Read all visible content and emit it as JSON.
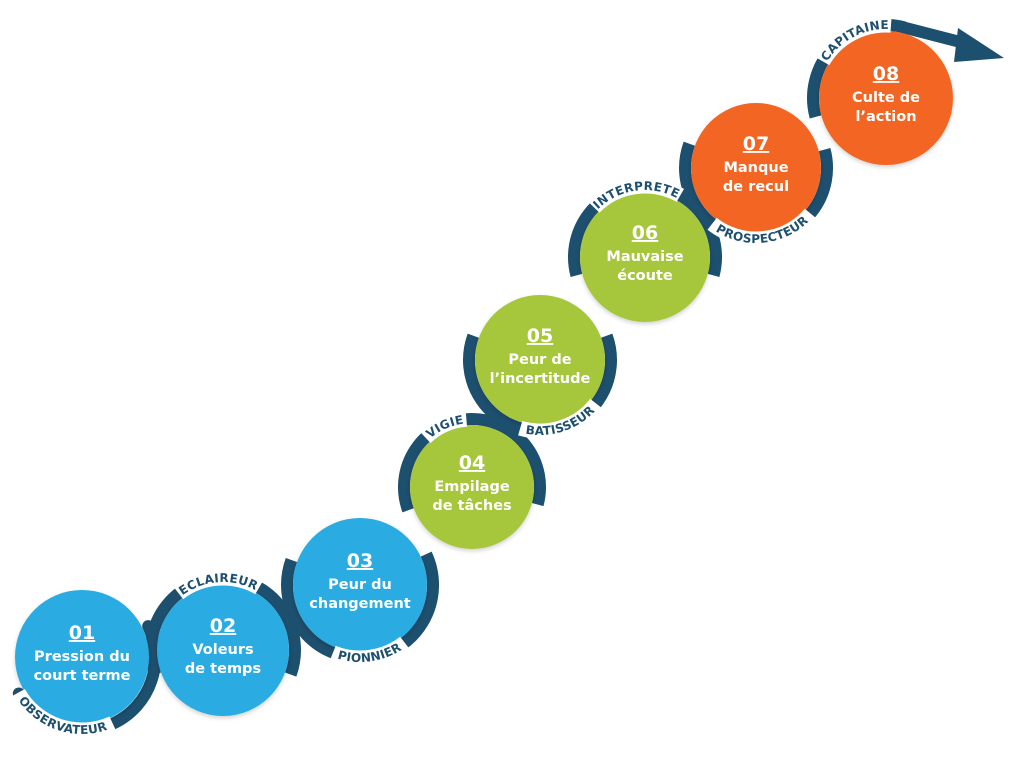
{
  "colors": {
    "ribbon": "#1d4f6e",
    "blue": "#29abe2",
    "green": "#a6c63a",
    "orange": "#f26522",
    "label_text": "#1d4f6e"
  },
  "steps": [
    {
      "number": "01",
      "lines": [
        "Pression du",
        "court terme"
      ],
      "role": "OBSERVATEUR",
      "color": "#29abe2"
    },
    {
      "number": "02",
      "lines": [
        "Voleurs",
        "de temps"
      ],
      "role": "ECLAIREUR",
      "color": "#29abe2"
    },
    {
      "number": "03",
      "lines": [
        "Peur du",
        "changement"
      ],
      "role": "PIONNIER",
      "color": "#29abe2"
    },
    {
      "number": "04",
      "lines": [
        "Empilage",
        "de tâches"
      ],
      "role": "VIGIE",
      "color": "#a6c63a"
    },
    {
      "number": "05",
      "lines": [
        "Peur de",
        "l’incertitude"
      ],
      "role": "BATISSEUR",
      "color": "#a6c63a"
    },
    {
      "number": "06",
      "lines": [
        "Mauvaise",
        "écoute"
      ],
      "role": "INTERPRETE",
      "color": "#a6c63a"
    },
    {
      "number": "07",
      "lines": [
        "Manque",
        "de recul"
      ],
      "role": "PROSPECTEUR",
      "color": "#f26522"
    },
    {
      "number": "08",
      "lines": [
        "Culte de",
        "l’action"
      ],
      "role": "CAPITAINE",
      "color": "#f26522"
    }
  ]
}
